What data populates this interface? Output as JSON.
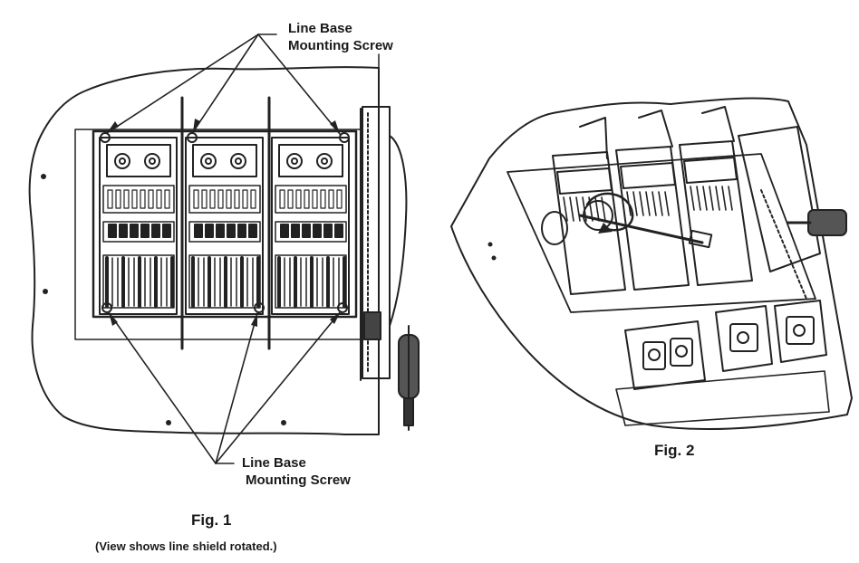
{
  "fig1": {
    "top_callout": {
      "line1": "Line Base",
      "line2": "Mounting Screw"
    },
    "bottom_callout": {
      "line1": "Line Base",
      "line2": "Mounting Screw"
    },
    "caption": "Fig. 1",
    "note": "(View shows line shield rotated.)"
  },
  "fig2": {
    "caption": "Fig. 2"
  }
}
